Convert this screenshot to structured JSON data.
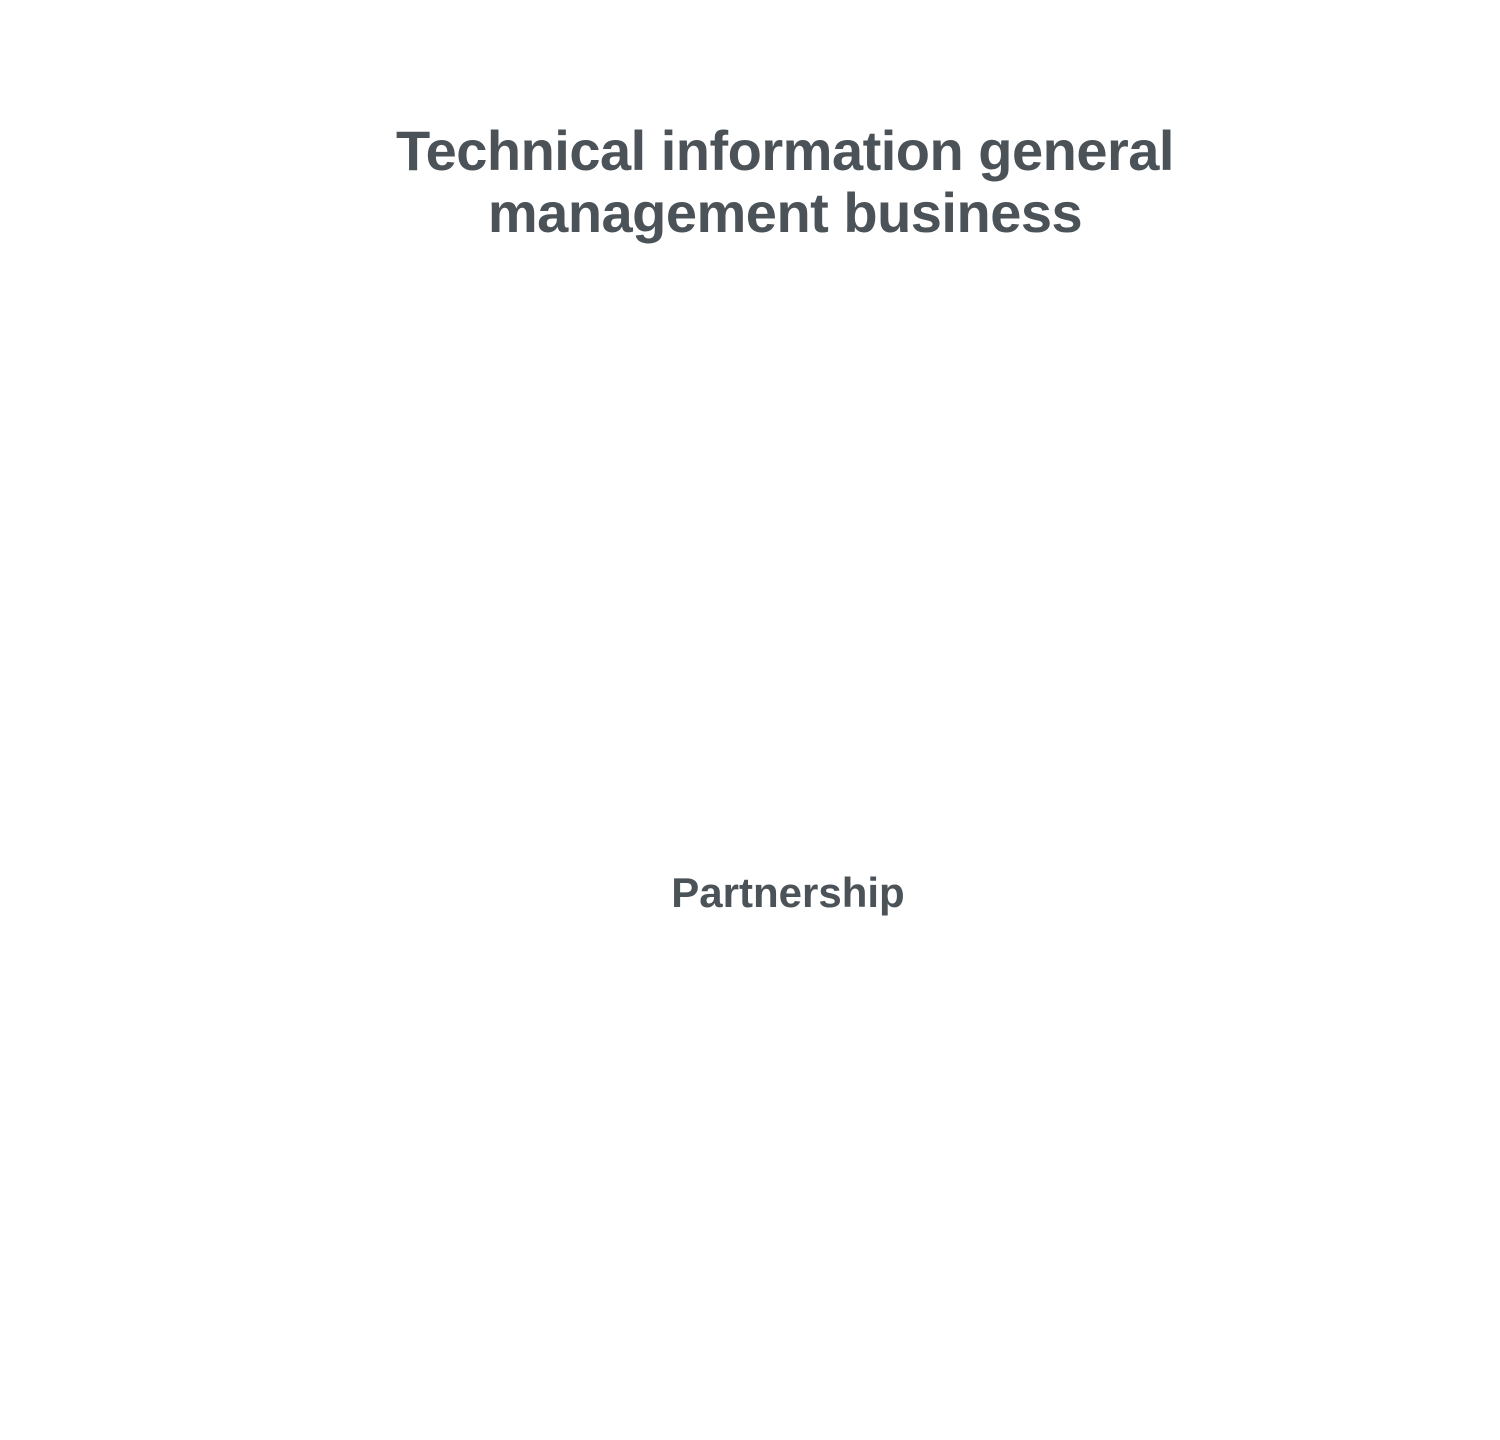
{
  "page": {
    "title_line_1": "Technical information general",
    "title_line_2": "management business",
    "section_heading": "Partnership"
  },
  "colors": {
    "text": "#4b5358",
    "background": "#ffffff"
  }
}
